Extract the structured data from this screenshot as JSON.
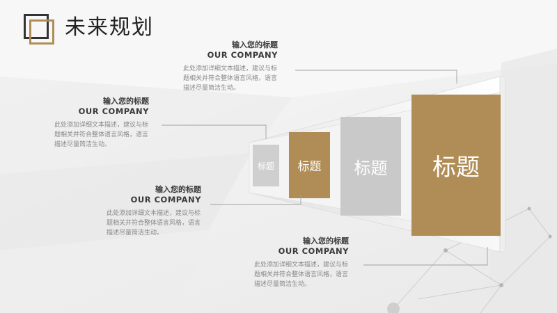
{
  "header": {
    "title": "未来规划"
  },
  "tiles": [
    {
      "label": "标题",
      "color": "#cfcfcf"
    },
    {
      "label": "标题",
      "color": "#b08d57"
    },
    {
      "label": "标题",
      "color": "#c9c9c9"
    },
    {
      "label": "标题",
      "color": "#b08d57"
    }
  ],
  "blocks": [
    {
      "heading": "输入您的标题",
      "subheading": "OUR COMPANY",
      "body": "此处添加详细文本描述，建议与标题相关并符合整体语言风格，语言描述尽量简洁生动。"
    },
    {
      "heading": "输入您的标题",
      "subheading": "OUR COMPANY",
      "body": "此处添加详细文本描述，建议与标题相关并符合整体语言风格，语言描述尽量简洁生动。"
    },
    {
      "heading": "输入您的标题",
      "subheading": "OUR COMPANY",
      "body": "此处添加详细文本描述，建议与标题相关并符合整体语言风格，语言描述尽量简洁生动。"
    },
    {
      "heading": "输入您的标题",
      "subheading": "OUR COMPANY",
      "body": "此处添加详细文本描述，建议与标题相关并符合整体语言风格，语言描述尽量简洁生动。"
    }
  ],
  "colors": {
    "accent": "#b08d57",
    "dark": "#333333",
    "grey_tile": "#c9c9c9",
    "line": "#9a9a9a"
  }
}
